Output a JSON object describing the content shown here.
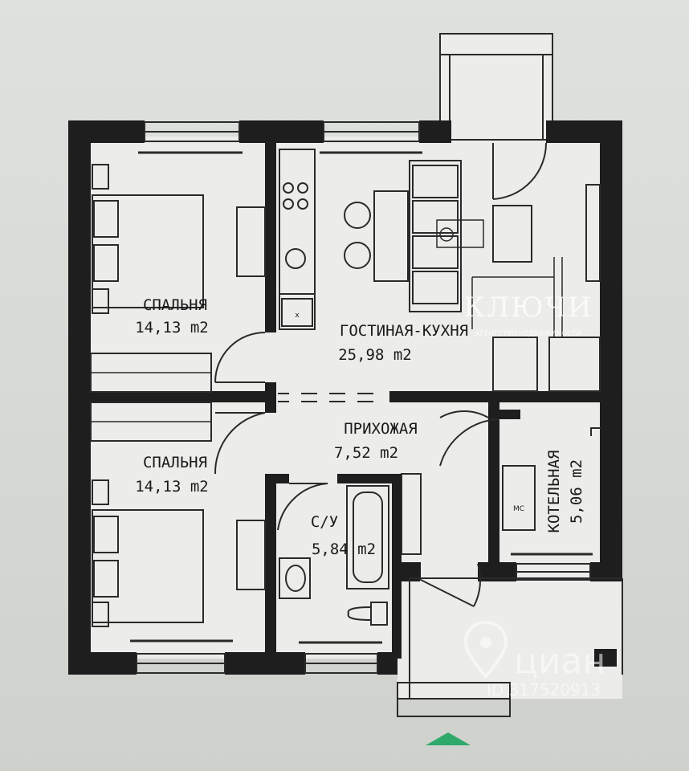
{
  "rooms": {
    "bedroom_top": {
      "name": "СПАЛЬНЯ",
      "area": "14,13 m2"
    },
    "living_kitchen": {
      "name": "ГОСТИНАЯ-КУХНЯ",
      "area": "25,98 m2"
    },
    "bedroom_bottom": {
      "name": "СПАЛЬНЯ",
      "area": "14,13 m2"
    },
    "hallway": {
      "name": "ПРИХОЖАЯ",
      "area": "7,52 m2"
    },
    "bathroom": {
      "name": "С/У",
      "area": "5,84 m2"
    },
    "boiler": {
      "name": "КОТЕЛЬНАЯ",
      "area": "5,06 m2"
    }
  },
  "fixtures": {
    "boiler_label": "МС",
    "stove_cross": "x"
  },
  "watermarks": {
    "agency_name": "КЛЮЧИ",
    "agency_tagline": "АГЕНТСТВО НЕДВИЖИМОСТИ",
    "cian_logo": "циан",
    "cian_id": "ID 317520913"
  },
  "colors": {
    "wall": "#1e1e1e",
    "floor": "#ececea",
    "line": "#2a2a2a",
    "accent_green": "#2faa6a"
  }
}
